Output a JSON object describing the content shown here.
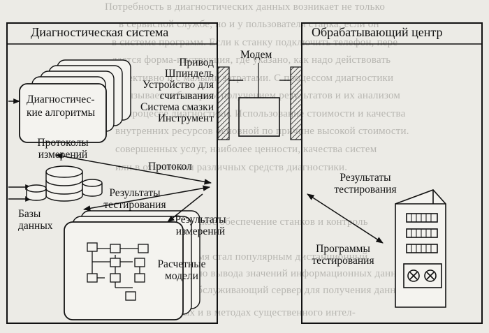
{
  "diagnostic_system": {
    "title": "Диагностическая система",
    "algorithms": "Диагностичес-\nкие алгоритмы",
    "protocols": "Протоколы\nизмерений",
    "databases": "Базы\nданных",
    "models": "Расчетные\nмодели"
  },
  "processing_center": {
    "title": "Обрабатывающий центр"
  },
  "modem_label": "Модем",
  "components": "Привод\nШпиндель\nУстройство для\nсчитывания\nСистема смазки\nИнструмент",
  "arrows": {
    "protocol": "Протокол",
    "test_results_left": "Результаты\nтестирования",
    "measurement_results": "Результаты\nизмерений",
    "test_results_right": "Результаты\nтестирования",
    "test_programs": "Программы\nтестирования"
  },
  "background_lines": [
    "Потребность в диагностических данных возникает не только",
    "в сервисной службе, но и у пользователя станка, если он",
    "в системе программ. Если к станку подключить телефон, пере",
    "дается форма-инструкция, где указано, как надо действовать",
    "объективно и с малыми затратами. С процессом диагностики",
    "связывается быстрым получением результатов и их анализом",
    "в процессе диагностики. Использование стоимости и качества",
    "внутренних ресурсов основной по причине высокой стоимости.",
    "совершенных услуг, наиболее ценности, качества систем",
    "или в отношении различных средств диагностики.",
    "",
    "6.7. Диагностическое обеспечение станков и контроль",
    "",
    "В настоящее время стал популярным дистанционный",
    "контроль с помощью вывода значений информационных данных",
    "и их передачи на обслуживающий сервер для получения данных к",
    "обработке данных и в методах существенного интел-"
  ]
}
